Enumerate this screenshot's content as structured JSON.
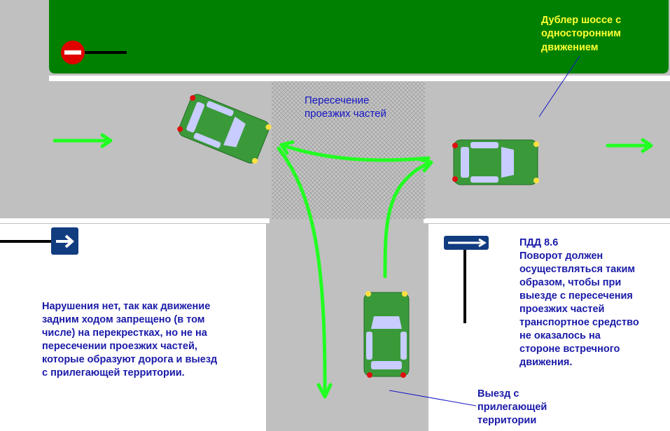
{
  "labels": {
    "service_road": [
      "Дублер шоссе с",
      "односторонним",
      "движением"
    ],
    "intersection": [
      "Пересечение",
      "проезжих частей"
    ],
    "exit": [
      "Выезд с",
      "прилегающей",
      "территории"
    ],
    "explanation": [
      "Нарушения нет, так как движение",
      "задним ходом запрещено (в том",
      "числе) на перекрестках, но не на",
      "пересечении проезжих частей,",
      "которые образуют дорога и выезд",
      "с прилегающей территории."
    ],
    "rule": [
      "ПДД 8.6",
      "Поворот должен",
      "осуществляться таким",
      "образом, чтобы при",
      "выезде с пересечения",
      "проезжих частей",
      "транспортное средство",
      "не оказалось на",
      "стороне встречного",
      "движения."
    ]
  },
  "colors": {
    "grass": "#008000",
    "road": "#c0c0c0",
    "arrow": "#22ff22",
    "text": "#1a1aa8",
    "sign": "#123c80"
  }
}
